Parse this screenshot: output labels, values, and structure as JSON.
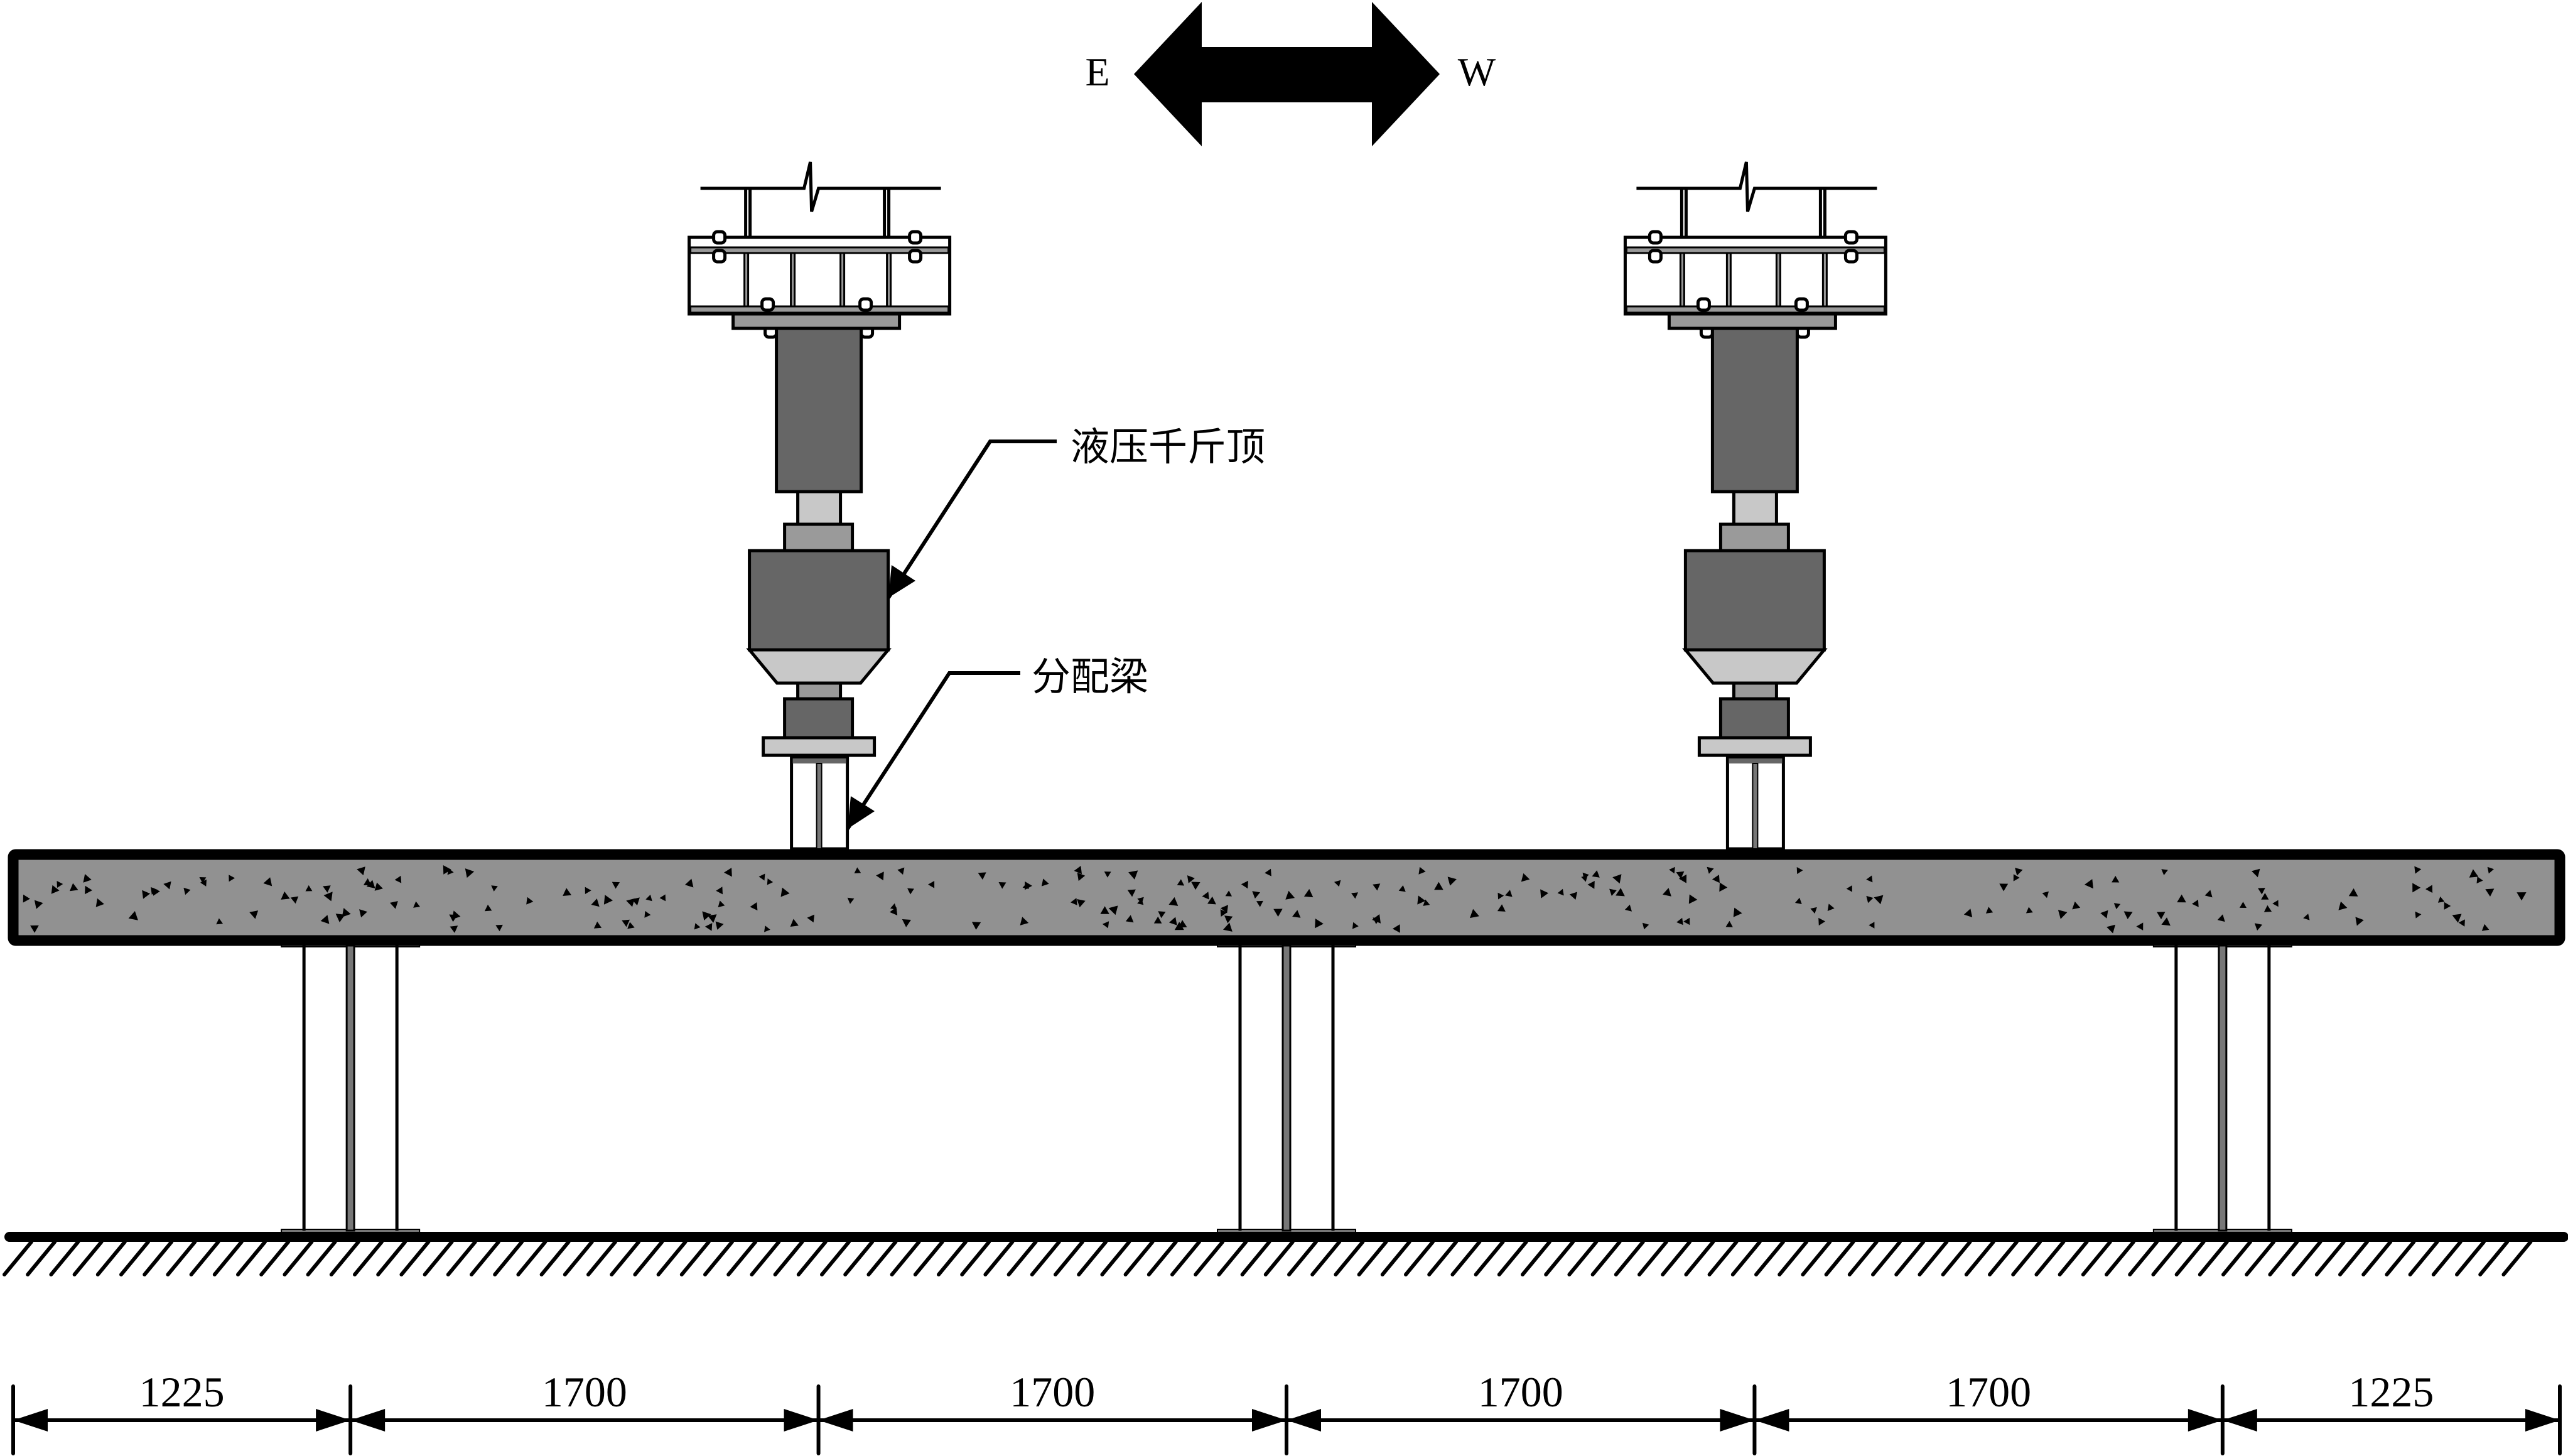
{
  "direction": {
    "left_label": "E",
    "right_label": "W",
    "icon": "double-headed-arrow-icon"
  },
  "labels": {
    "jack": "液压千斤顶",
    "distribution_beam": "分配梁"
  },
  "dimensions": {
    "unit": "mm",
    "segments": [
      {
        "label": "1225",
        "value": 1225
      },
      {
        "label": "1700",
        "value": 1700
      },
      {
        "label": "1700",
        "value": 1700
      },
      {
        "label": "1700",
        "value": 1700
      },
      {
        "label": "1700",
        "value": 1700
      },
      {
        "label": "1225",
        "value": 1225
      }
    ]
  },
  "supports": {
    "count": 3,
    "at_dimension_ticks": [
      1,
      3,
      5
    ]
  },
  "actuators": {
    "count": 2,
    "at_dimension_ticks": [
      2,
      4
    ]
  },
  "colors": {
    "line": "#000000",
    "slab_fill": "#919191",
    "dark_steel": "#666666",
    "medium_steel": "#9a9a9a",
    "light_steel": "#c8c8c8",
    "background": "#ffffff"
  }
}
